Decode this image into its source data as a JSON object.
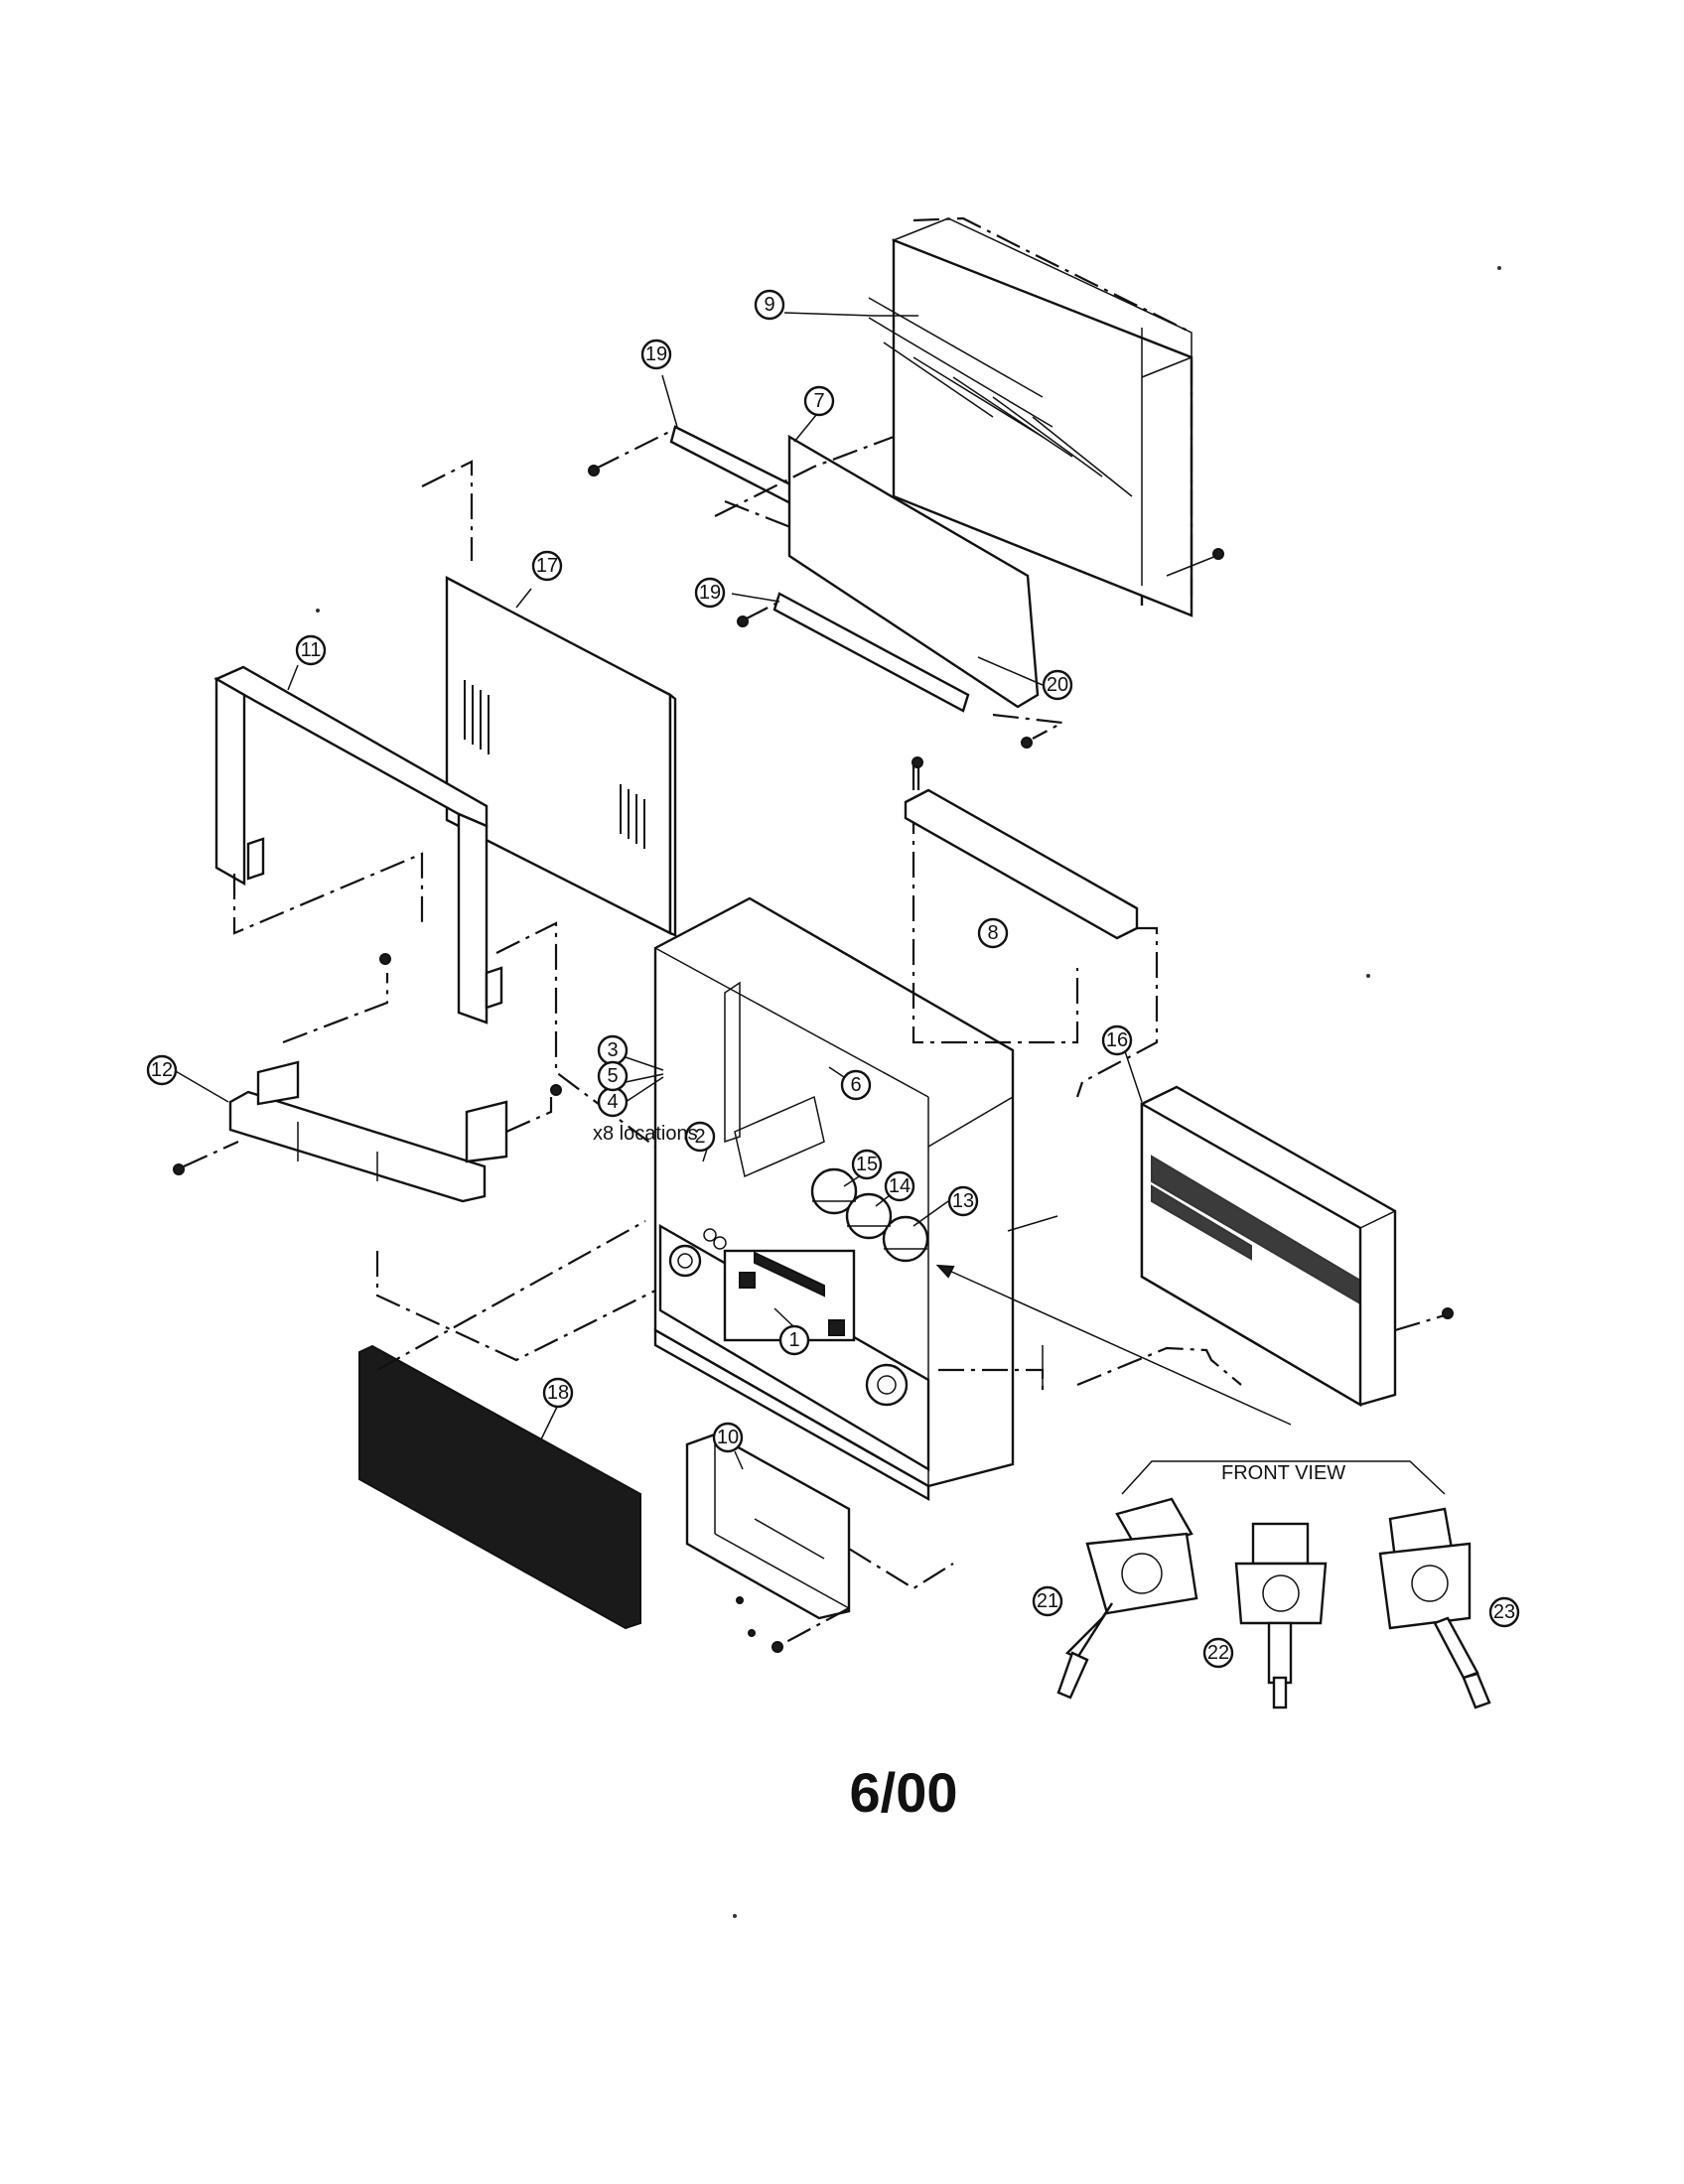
{
  "callouts": [
    {
      "num": "1"
    },
    {
      "num": "2"
    },
    {
      "num": "3"
    },
    {
      "num": "4"
    },
    {
      "num": "5"
    },
    {
      "num": "6"
    },
    {
      "num": "7"
    },
    {
      "num": "8"
    },
    {
      "num": "9"
    },
    {
      "num": "10"
    },
    {
      "num": "11"
    },
    {
      "num": "12"
    },
    {
      "num": "13"
    },
    {
      "num": "14"
    },
    {
      "num": "15"
    },
    {
      "num": "16"
    },
    {
      "num": "17"
    },
    {
      "num": "18"
    },
    {
      "num": "19"
    },
    {
      "num": "19"
    },
    {
      "num": "20"
    },
    {
      "num": "21"
    },
    {
      "num": "22"
    },
    {
      "num": "23"
    }
  ],
  "annotations": {
    "x8_locations": "x8 locations",
    "front_view": "FRONT VIEW"
  },
  "footer": {
    "date_code": "6/00"
  }
}
